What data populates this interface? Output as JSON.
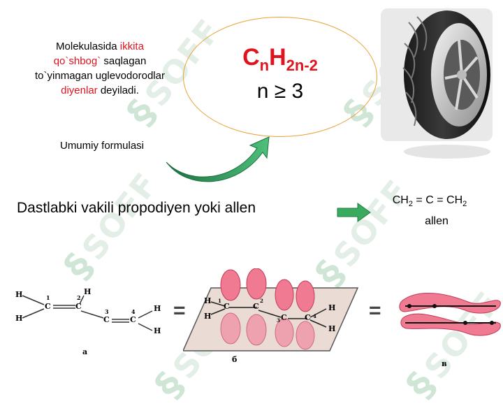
{
  "definition": {
    "p1": "Molekulasida ",
    "p2": "ikkita qo`shbog`",
    "p3": " saqlagan to`yinmagan uglevodorodlar ",
    "p4": "diyenlar",
    "p5": " deyiladi."
  },
  "general_formula_label": "Umumiy formulasi",
  "formula": {
    "c": "C",
    "n": "n",
    "h": "H",
    "h_sub": "2n-2",
    "condition": "n ≥ 3"
  },
  "representative": "Dastlabki vakili propodiyen yoki allen",
  "allen": {
    "ch2_left": "CH",
    "sub2a": "2",
    "mid": " = C = CH",
    "sub2b": "2",
    "name": "allen"
  },
  "structure": {
    "atoms": {
      "c": "C",
      "h": "H"
    },
    "numbers": [
      "1",
      "2",
      "3",
      "4"
    ],
    "panel_labels": [
      "а",
      "б",
      "в"
    ],
    "equals": "="
  },
  "watermark": "SOFF",
  "colors": {
    "red": "#e0141e",
    "ellipse": "#e8a236",
    "arrow": "#2e9a5c",
    "orbital": "#ee5a78"
  }
}
